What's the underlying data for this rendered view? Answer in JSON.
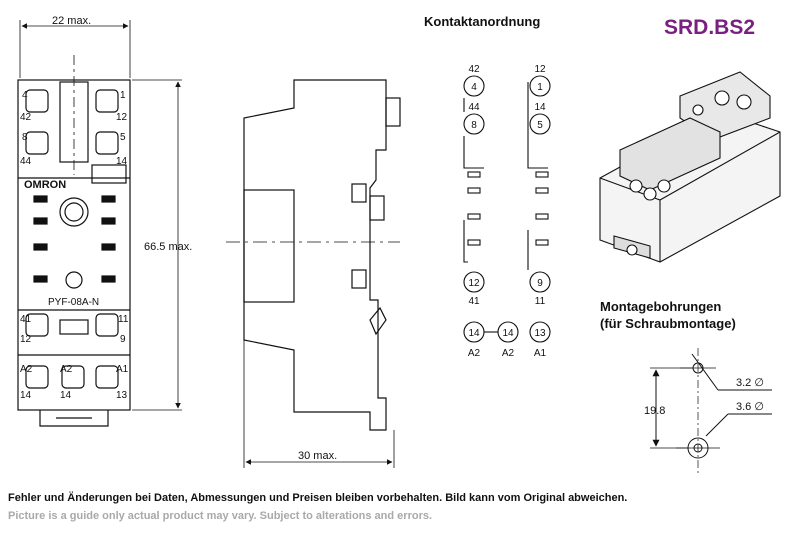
{
  "product_code": "SRD.BS2",
  "headings": {
    "contacts": "Kontaktanordnung",
    "mounting_line1": "Montagebohrungen",
    "mounting_line2": "(für Schraubmontage)"
  },
  "dimensions": {
    "width": "22 max.",
    "height": "66.5 max.",
    "depth": "30  max.",
    "hole_spacing": "19.8",
    "hole_diam_small": "3.2 ∅",
    "hole_diam_large": "3.6 ∅"
  },
  "front_view": {
    "brand": "OMRON",
    "model": "PYF-08A-N",
    "terminals": {
      "t4": "4",
      "t1": "1",
      "t42": "42",
      "t12": "12",
      "t8": "8",
      "t5": "5",
      "t44": "44",
      "t14a": "14",
      "t41": "41",
      "t11": "11",
      "t12b": "12",
      "t9": "9",
      "a2a": "A2",
      "a2b": "A2",
      "a1": "A1",
      "t14b": "14",
      "t14c": "14",
      "t13": "13"
    }
  },
  "schematic": {
    "top_left_num": "42",
    "top_left_circle": "4",
    "mid_left_num": "44",
    "mid_left_circle": "8",
    "top_right_num": "12",
    "top_right_circle": "1",
    "mid_right_num": "14",
    "mid_right_circle": "5",
    "low_left_circle": "12",
    "low_left_num": "41",
    "low_right_circle": "9",
    "low_right_num": "11",
    "coil_a": "14",
    "coil_b": "14",
    "coil_c": "13",
    "coil_a_label": "A2",
    "coil_b_label": "A2",
    "coil_c_label": "A1"
  },
  "footer": {
    "line_de": "Fehler und Änderungen bei Daten, Abmessungen und Preisen bleiben vorbehalten. Bild kann vom Original abweichen.",
    "line_en": "Picture is a guide only actual product may vary. Subject to alterations and errors."
  },
  "colors": {
    "brand": "#7a1f7f",
    "ink": "#111111",
    "footer_grey": "#a9a9a9"
  }
}
